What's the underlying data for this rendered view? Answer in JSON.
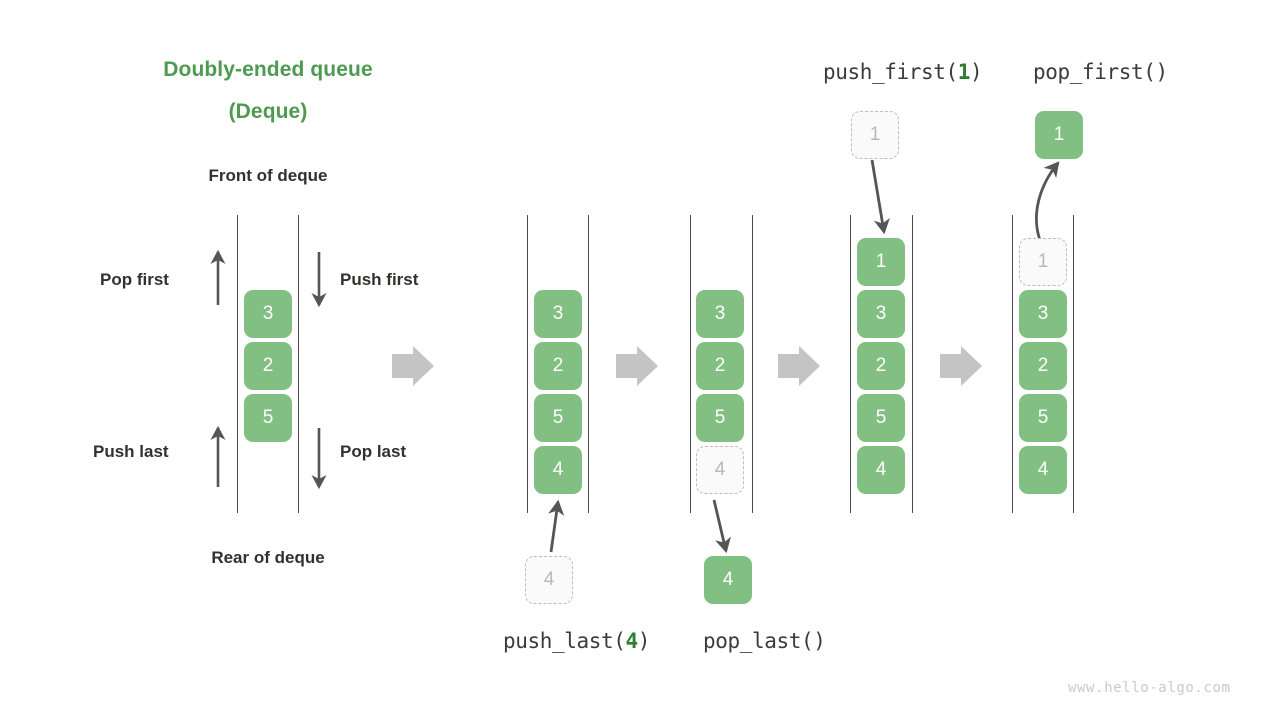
{
  "diagram": {
    "title_line1": "Doubly-ended queue",
    "title_line2": "(Deque)",
    "front_label": "Front of deque",
    "rear_label": "Rear of deque",
    "watermark": "www.hello-algo.com",
    "colors": {
      "title_green": "#4e9a51",
      "cell_green": "#82bf82",
      "cell_text": "#ffffff",
      "ghost_fill": "#fafafa",
      "ghost_border": "#bdbdbd",
      "ghost_text": "#b9b9b9",
      "rail": "#4a4a4a",
      "thin_arrow": "#555555",
      "block_arrow": "#c4c4c4",
      "label_text": "#33312f",
      "watermark_text": "#c9c9c9"
    }
  },
  "legend": {
    "pop_first": "Pop first",
    "push_first": "Push first",
    "push_last": "Push last",
    "pop_last": "Pop last"
  },
  "operations": {
    "push_last": {
      "name": "push_last",
      "open": "(",
      "arg": "4",
      "close": ")"
    },
    "pop_last": {
      "name": "pop_last",
      "open": "(",
      "arg": "",
      "close": ")"
    },
    "push_first": {
      "name": "push_first",
      "open": "(",
      "arg": "1",
      "close": ")"
    },
    "pop_first": {
      "name": "pop_first",
      "open": "(",
      "arg": "",
      "close": ")"
    }
  },
  "columns": [
    {
      "id": "legend-deque",
      "cells": [
        "3",
        "2",
        "5"
      ],
      "ghost_index": -1,
      "detached": null
    },
    {
      "id": "after-push-last",
      "cells": [
        "3",
        "2",
        "5",
        "4"
      ],
      "ghost_index": -1,
      "detached": {
        "value": "4",
        "ghost": true,
        "position": "bottom"
      }
    },
    {
      "id": "before-pop-last",
      "cells": [
        "3",
        "2",
        "5",
        "4"
      ],
      "ghost_index": 3,
      "detached": {
        "value": "4",
        "ghost": false,
        "position": "bottom"
      }
    },
    {
      "id": "after-push-first",
      "cells": [
        "1",
        "3",
        "2",
        "5",
        "4"
      ],
      "ghost_index": -1,
      "detached": {
        "value": "1",
        "ghost": true,
        "position": "top"
      }
    },
    {
      "id": "before-pop-first",
      "cells": [
        "1",
        "3",
        "2",
        "5",
        "4"
      ],
      "ghost_index": 0,
      "detached": {
        "value": "1",
        "ghost": false,
        "position": "top"
      }
    }
  ],
  "icons": {
    "block_arrow": "block-right-arrow-icon",
    "up_arrow": "up-arrow-icon",
    "down_arrow": "down-arrow-icon"
  }
}
